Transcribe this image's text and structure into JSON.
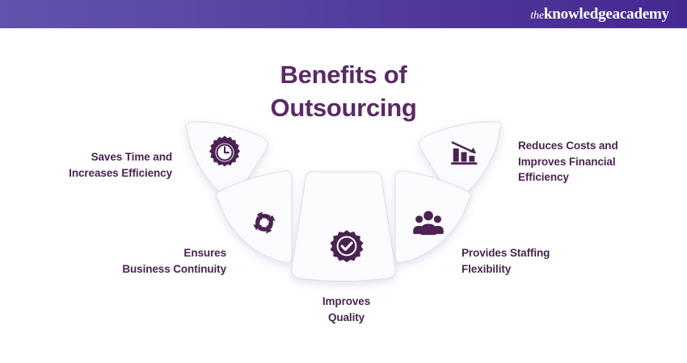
{
  "header": {
    "brand_prefix": "the",
    "brand_name": "knowledgeacademy",
    "gradient_from": "#6353AB",
    "gradient_to": "#462891"
  },
  "title": {
    "line1": "Benefits of",
    "line2": "Outsourcing",
    "color": "#5A2A66"
  },
  "theme": {
    "icon_color": "#4A2352",
    "petal_fill": "#FDFDFE",
    "petal_edge": "#DCD8EA",
    "text_color": "#4A2352"
  },
  "benefits": [
    {
      "id": "saves-time",
      "icon": "gear-clock-icon",
      "label": "Saves Time and\nIncreases Efficiency"
    },
    {
      "id": "business-continuity",
      "icon": "cycle-arrows-icon",
      "label": "Ensures\nBusiness Continuity"
    },
    {
      "id": "improves-quality",
      "icon": "quality-badge-check-icon",
      "label": "Improves\nQuality"
    },
    {
      "id": "staffing-flexibility",
      "icon": "people-group-icon",
      "label": "Provides Staffing\nFlexibility"
    },
    {
      "id": "reduces-costs",
      "icon": "declining-bar-chart-icon",
      "label": "Reduces Costs and\nImproves Financial\nEfficiency"
    }
  ]
}
